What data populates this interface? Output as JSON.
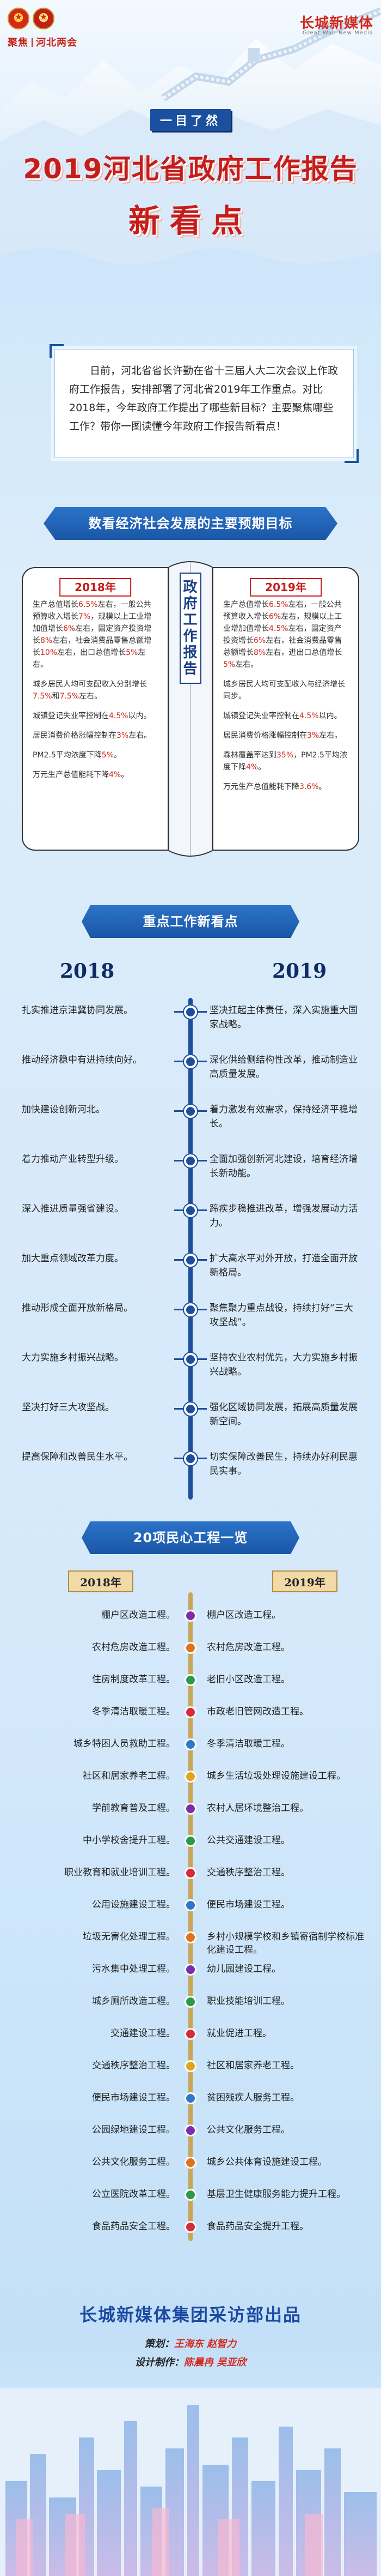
{
  "header": {
    "left_logo": "聚焦",
    "left_logo_suffix": "河北两会",
    "right_logo_cn_a": "长城",
    "right_logo_cn_b": "新媒体",
    "right_logo_en": "Great Wall New Media",
    "badge": "一目了然",
    "title": "2019河北省政府工作报告",
    "subtitle": "新看点"
  },
  "intro": {
    "text": "日前，河北省省长许勤在省十三届人大二次会议上作政府工作报告，安排部署了河北省2019年工作重点。对比2018年，今年政府工作提出了哪些新目标？主要聚焦哪些工作？带你一图读懂今年政府工作报告新看点！"
  },
  "section1": {
    "title": "数看经济社会发展的主要预期目标",
    "spine": "政府工作报告",
    "left_year": "2018年",
    "right_year": "2019年",
    "left_items": [
      [
        "生产总值增长",
        "6.5%",
        "左右，一般公共预算收入增长",
        "7%",
        "，规模以上工业增加值增长",
        "6%",
        "左右，固定资产投资增长",
        "8%",
        "左右，社会消费品零售总额增长",
        "10%",
        "左右，出口总值增长",
        "5%",
        "左右。"
      ],
      [
        "城乡居民人均可支配收入分别增长",
        "7.5%",
        "和",
        "7.5%",
        "左右。"
      ],
      [
        "城镇登记失业率控制在",
        "4.5%",
        "以内。"
      ],
      [
        "居民消费价格涨幅控制在",
        "3%",
        "左右。"
      ],
      [
        "PM2.5平均浓度下降",
        "5%",
        "。"
      ],
      [
        "万元生产总值能耗下降",
        "4%",
        "。"
      ]
    ],
    "right_items": [
      [
        "生产总值增长",
        "6.5%",
        "左右，一般公共预算收入增长",
        "6%",
        "左右，规模以上工业增加值增长",
        "4.5%",
        "左右，固定资产投资增长",
        "6%",
        "左右，社会消费品零售总额增长",
        "8%",
        "左右，进出口总值增长",
        "5%",
        "左右。"
      ],
      [
        "城乡居民人均可支配收入与经济增长同步。"
      ],
      [
        "城镇登记失业率控制在",
        "4.5%",
        "以内。"
      ],
      [
        "居民消费价格涨幅控制在",
        "3%",
        "左右。"
      ],
      [
        "森林覆盖率达到",
        "35%",
        "，PM2.5平均浓度下降",
        "4%",
        "。"
      ],
      [
        "万元生产总值能耗下降",
        "3.6%",
        "。"
      ]
    ]
  },
  "section2": {
    "title": "重点工作新看点",
    "left_year": "2018",
    "right_year": "2019",
    "rows": [
      {
        "left": "扎实推进京津冀协同发展。",
        "right": "坚决扛起主体责任，深入实施重大国家战略。"
      },
      {
        "left": "推动经济稳中有进持续向好。",
        "right": "深化供给侧结构性改革，推动制造业高质量发展。"
      },
      {
        "left": "加快建设创新河北。",
        "right": "着力激发有效需求，保持经济平稳增长。"
      },
      {
        "left": "着力推动产业转型升级。",
        "right": "全面加强创新河北建设，培育经济增长新动能。"
      },
      {
        "left": "深入推进质量强省建设。",
        "right": "蹄疾步稳推进改革，增强发展动力活力。"
      },
      {
        "left": "加大重点领域改革力度。",
        "right": "扩大高水平对外开放，打造全面开放新格局。"
      },
      {
        "left": "推动形成全面开放新格局。",
        "right": "聚焦聚力重点战役，持续打好“三大攻坚战”。"
      },
      {
        "left": "大力实施乡村振兴战略。",
        "right": "坚持农业农村优先，大力实施乡村振兴战略。"
      },
      {
        "left": "坚决打好三大攻坚战。",
        "right": "强化区域协同发展，拓展高质量发展新空间。"
      },
      {
        "left": "提高保障和改善民生水平。",
        "right": "切实保障改善民生，持续办好利民惠民实事。"
      }
    ]
  },
  "section3": {
    "title": "20项民心工程一览",
    "left_year": "2018年",
    "right_year": "2019年",
    "rows": [
      {
        "left": "棚户区改造工程。",
        "right": "棚户区改造工程。"
      },
      {
        "left": "农村危房改造工程。",
        "right": "农村危房改造工程。"
      },
      {
        "left": "住房制度改革工程。",
        "right": "老旧小区改造工程。"
      },
      {
        "left": "冬季清洁取暖工程。",
        "right": "市政老旧管网改造工程。"
      },
      {
        "left": "城乡特困人员救助工程。",
        "right": "冬季清洁取暖工程。"
      },
      {
        "left": "社区和居家养老工程。",
        "right": "城乡生活垃圾处理设施建设工程。"
      },
      {
        "left": "学前教育普及工程。",
        "right": "农村人居环境整治工程。"
      },
      {
        "left": "中小学校舍提升工程。",
        "right": "公共交通建设工程。"
      },
      {
        "left": "职业教育和就业培训工程。",
        "right": "交通秩序整治工程。"
      },
      {
        "left": "公用设施建设工程。",
        "right": "便民市场建设工程。"
      },
      {
        "left": "垃圾无害化处理工程。",
        "right": "乡村小规模学校和乡镇寄宿制学校标准化建设工程。"
      },
      {
        "left": "污水集中处理工程。",
        "right": "幼儿园建设工程。"
      },
      {
        "left": "城乡厕所改造工程。",
        "right": "职业技能培训工程。"
      },
      {
        "left": "交通建设工程。",
        "right": "就业促进工程。"
      },
      {
        "left": "交通秩序整治工程。",
        "right": "社区和居家养老工程。"
      },
      {
        "left": "便民市场建设工程。",
        "right": "贫困残疾人服务工程。"
      },
      {
        "left": "公园绿地建设工程。",
        "right": "公共文化服务工程。"
      },
      {
        "left": "公共文化服务工程。",
        "right": "城乡公共体育设施建设工程。"
      },
      {
        "left": "公立医院改革工程。",
        "right": "基层卫生健康服务能力提升工程。"
      },
      {
        "left": "食品药品安全工程。",
        "right": "食品药品安全提升工程。"
      }
    ]
  },
  "footer": {
    "publisher": "长城新媒体集团采访部出品",
    "credit1_label": "策划：",
    "credit1_name": "王海东 赵智力",
    "credit2_label": "设计制作：",
    "credit2_name": "陈晨冉 吴亚欣"
  },
  "colors": {
    "accent_red": "#c51c1c",
    "accent_blue": "#1b4fa0",
    "highlight": "#d2261b"
  },
  "knot_colors": [
    "#7a2fa8",
    "#e0721b",
    "#2c9a4a",
    "#d62b3a",
    "#2f77c9",
    "#e1a41b",
    "#7a2fa8",
    "#2c9a4a",
    "#d62b3a",
    "#2f77c9",
    "#e0721b",
    "#7a2fa8",
    "#2c9a4a",
    "#d62b3a",
    "#e1a41b",
    "#2f77c9",
    "#7a2fa8",
    "#e0721b",
    "#2c9a4a",
    "#d62b3a"
  ]
}
